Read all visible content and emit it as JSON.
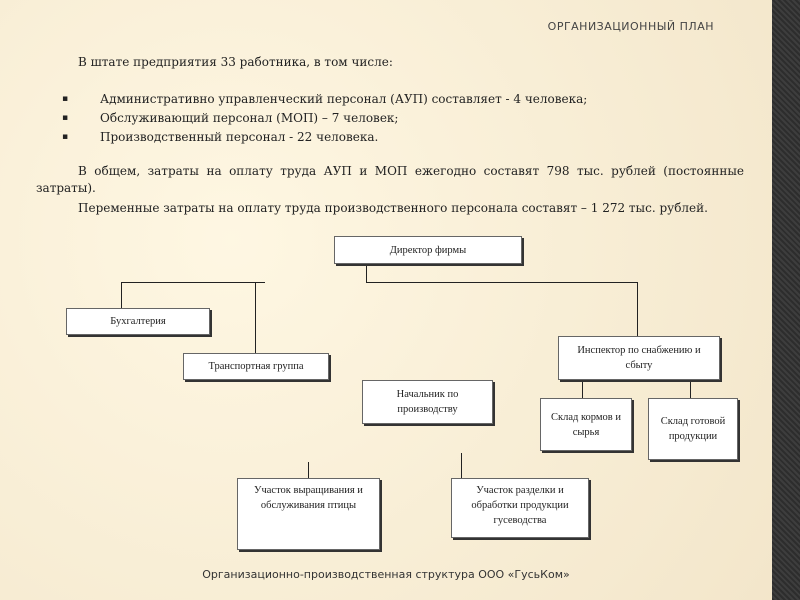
{
  "slide_title": "ОРГАНИЗАЦИОННЫЙ ПЛАН",
  "intro": "В штате предприятия 33 работника, в том числе:",
  "bullets": [
    "Административно управленческий персонал (АУП) составляет - 4 человека;",
    "Обслуживающий персонал (МОП) – 7 человек;",
    "Производственный персонал - 22 человека."
  ],
  "bullet_marker": "▪",
  "paragraphs": [
    "В общем, затраты на оплату труда АУП и МОП ежегодно составят 798 тыс. рублей (постоянные затраты).",
    "Переменные затраты на оплату труда производственного персонала составят – 1 272 тыс. рублей."
  ],
  "org_chart": {
    "director": "Директор фирмы",
    "accounting": "Бухгалтерия",
    "transport": "Транспортная группа",
    "production_head": "Начальник по производству",
    "supply_inspector": "Инспектор по снабжению и сбыту",
    "feed_warehouse": "Склад кормов и сырья",
    "product_warehouse": "Склад готовой продукции",
    "growing_site": "Участок выращивания и обслуживания птицы",
    "processing_site": "Участок разделки и обработки продукции гусеводства"
  },
  "caption": "Организационно-производственная структура ООО «ГусьКом»"
}
